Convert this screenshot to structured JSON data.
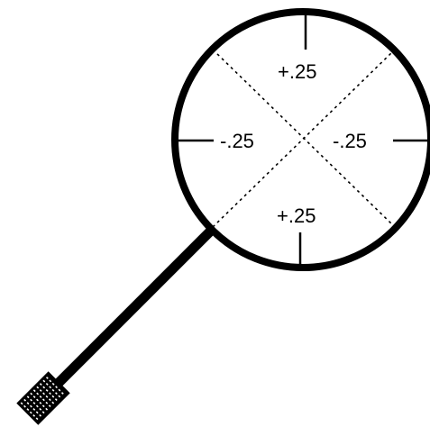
{
  "diagram": {
    "labels": {
      "top": "+.25",
      "bottom": "+.25",
      "left": "-.25",
      "right": "-.25"
    },
    "colors": {
      "ink": "#000000",
      "background": "#ffffff"
    }
  }
}
